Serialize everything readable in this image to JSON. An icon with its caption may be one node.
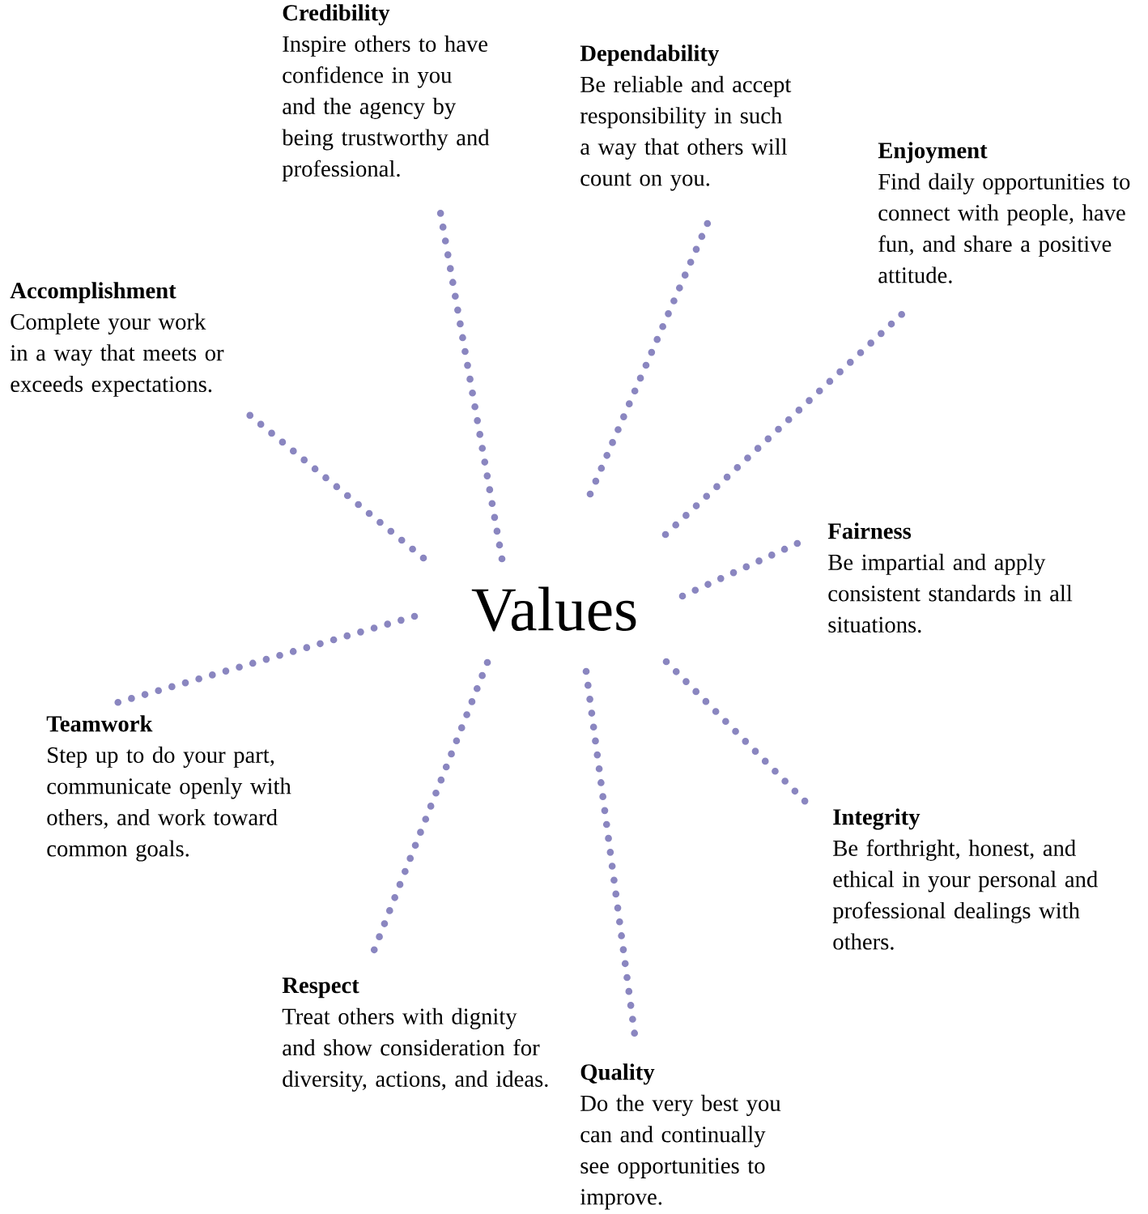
{
  "diagram": {
    "nodes": [
      {
        "text": [
          "Values"
        ]
      },
      {
        "text": [
          "Credibility",
          "Inspire others to have confidence in you and the agency by being trustworthy and professional."
        ]
      },
      {
        "text": [
          "Dependability",
          "Be reliable and accept responsibility in such a way that others will count on you."
        ]
      },
      {
        "text": [
          "Enjoyment",
          "Find daily opportunities to connect with people, have fun, and share a positive attitude."
        ]
      },
      {
        "text": [
          "Accomplishment",
          "Complete your work in a way that meets or exceeds expectations."
        ]
      },
      {
        "text": [
          "Fairness",
          "Be impartial and apply consistent standards in all situations."
        ]
      },
      {
        "text": [
          "Teamwork",
          "Step up to do your part, communicate openly with others, and work toward common goals."
        ]
      },
      {
        "text": [
          "Integrity",
          "Be forthright, honest, and ethical in your personal and professional dealings with others."
        ]
      },
      {
        "text": [
          "Respect",
          "Treat others with dignity and show consideration for diversity, actions, and ideas."
        ]
      },
      {
        "text": [
          "Quality",
          "Do the very best you can and continually see opportunities to improve."
        ]
      }
    ],
    "edges": [
      {
        "from": 0,
        "to": 1,
        "arrow": "none"
      },
      {
        "from": 0,
        "to": 2,
        "arrow": "none"
      },
      {
        "from": 0,
        "to": 3,
        "arrow": "none"
      },
      {
        "from": 0,
        "to": 4,
        "arrow": "none"
      },
      {
        "from": 0,
        "to": 5,
        "arrow": "none"
      },
      {
        "from": 0,
        "to": 6,
        "arrow": "none"
      },
      {
        "from": 0,
        "to": 7,
        "arrow": "none"
      },
      {
        "from": 0,
        "to": 8,
        "arrow": "none"
      },
      {
        "from": 0,
        "to": 9,
        "arrow": "none"
      }
    ]
  }
}
